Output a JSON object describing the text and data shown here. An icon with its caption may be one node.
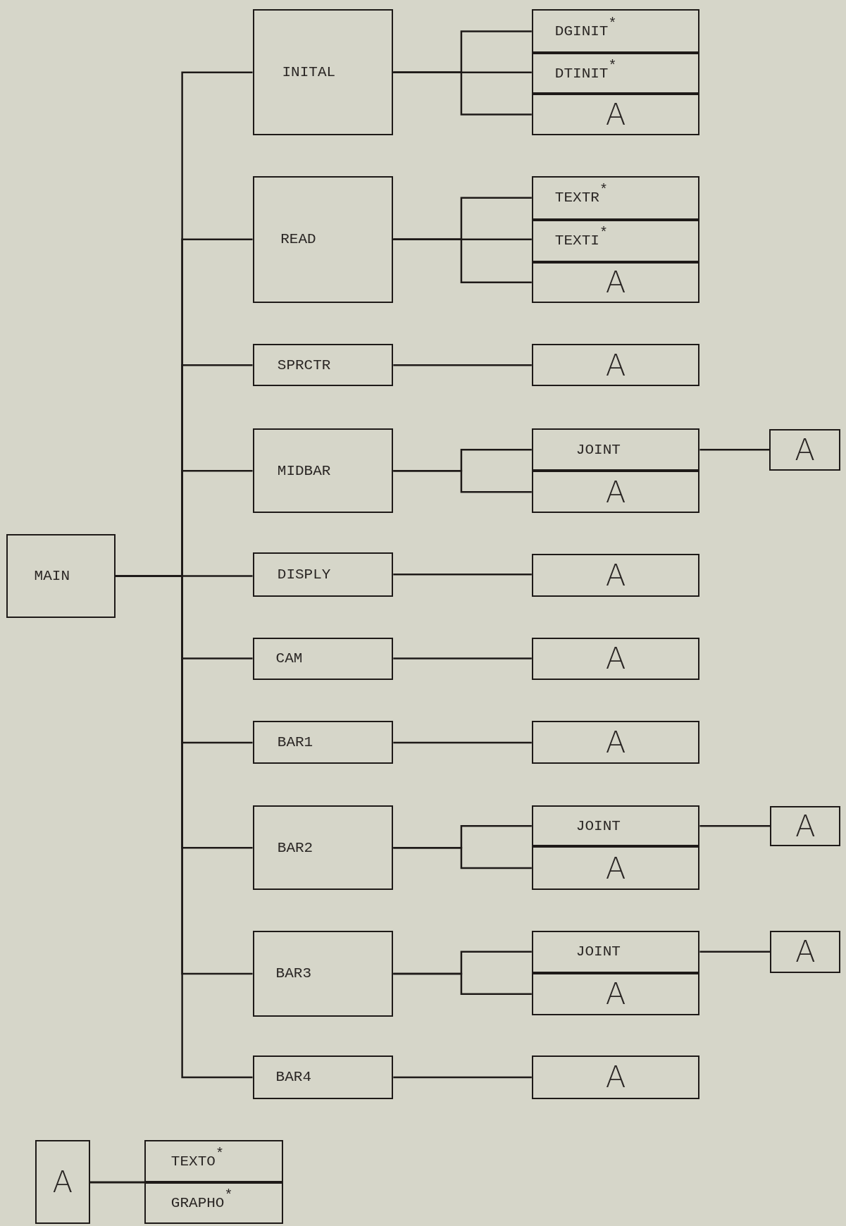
{
  "diagram": {
    "nodes": [
      {
        "text": [
          "MAIN"
        ]
      },
      {
        "text": [
          "INITAL"
        ]
      },
      {
        "text": [
          "DGINIT$^{*}$"
        ]
      },
      {
        "text": [
          "DTINIT$^{*}$"
        ]
      },
      {
        "text": [
          "A"
        ]
      },
      {
        "text": [
          "READ"
        ]
      },
      {
        "text": [
          "TEXTR$^{*}$"
        ]
      },
      {
        "text": [
          "TEXTI$^{*}$"
        ]
      },
      {
        "text": [
          "A"
        ]
      },
      {
        "text": [
          "SPRCTR"
        ]
      },
      {
        "text": [
          "A"
        ]
      },
      {
        "text": [
          "MIDBAR"
        ]
      },
      {
        "text": [
          "JOINT"
        ]
      },
      {
        "text": [
          "A"
        ]
      },
      {
        "text": [
          "A"
        ]
      },
      {
        "text": [
          "DISPLY"
        ]
      },
      {
        "text": [
          "A"
        ]
      },
      {
        "text": [
          "CAM"
        ]
      },
      {
        "text": [
          "A"
        ]
      },
      {
        "text": [
          "BAR1"
        ]
      },
      {
        "text": [
          "A"
        ]
      },
      {
        "text": [
          "BAR2"
        ]
      },
      {
        "text": [
          "JOINT"
        ]
      },
      {
        "text": [
          "A"
        ]
      },
      {
        "text": [
          "A"
        ]
      },
      {
        "text": [
          "BAR3"
        ]
      },
      {
        "text": [
          "JOINT"
        ]
      },
      {
        "text": [
          "A"
        ]
      },
      {
        "text": [
          "A"
        ]
      },
      {
        "text": [
          "BAR4"
        ]
      },
      {
        "text": [
          "A"
        ]
      },
      {
        "text": [
          "A"
        ]
      },
      {
        "text": [
          "TEXTO$^{*}$"
        ]
      },
      {
        "text": [
          "GRAPHO$^{*}$"
        ]
      }
    ],
    "edges": [
      {
        "from": 0,
        "to": 1,
        "arrow": "none"
      },
      {
        "from": 0,
        "to": 5,
        "arrow": "none"
      },
      {
        "from": 0,
        "to": 9,
        "arrow": "none"
      },
      {
        "from": 0,
        "to": 11,
        "arrow": "none"
      },
      {
        "from": 0,
        "to": 15,
        "arrow": "none"
      },
      {
        "from": 0,
        "to": 17,
        "arrow": "none"
      },
      {
        "from": 0,
        "to": 19,
        "arrow": "none"
      },
      {
        "from": 0,
        "to": 21,
        "arrow": "none"
      },
      {
        "from": 0,
        "to": 25,
        "arrow": "none"
      },
      {
        "from": 0,
        "to": 29,
        "arrow": "none"
      },
      {
        "from": 1,
        "to": 2,
        "arrow": "none"
      },
      {
        "from": 1,
        "to": 3,
        "arrow": "none"
      },
      {
        "from": 1,
        "to": 4,
        "arrow": "none"
      },
      {
        "from": 5,
        "to": 6,
        "arrow": "none"
      },
      {
        "from": 5,
        "to": 7,
        "arrow": "none"
      },
      {
        "from": 5,
        "to": 8,
        "arrow": "none"
      },
      {
        "from": 9,
        "to": 10,
        "arrow": "none"
      },
      {
        "from": 11,
        "to": 12,
        "arrow": "none"
      },
      {
        "from": 11,
        "to": 13,
        "arrow": "none"
      },
      {
        "from": 12,
        "to": 14,
        "arrow": "none"
      },
      {
        "from": 15,
        "to": 16,
        "arrow": "none"
      },
      {
        "from": 17,
        "to": 18,
        "arrow": "none"
      },
      {
        "from": 19,
        "to": 20,
        "arrow": "none"
      },
      {
        "from": 21,
        "to": 22,
        "arrow": "none"
      },
      {
        "from": 21,
        "to": 23,
        "arrow": "none"
      },
      {
        "from": 22,
        "to": 24,
        "arrow": "none"
      },
      {
        "from": 25,
        "to": 26,
        "arrow": "none"
      },
      {
        "from": 25,
        "to": 27,
        "arrow": "none"
      },
      {
        "from": 26,
        "to": 28,
        "arrow": "none"
      },
      {
        "from": 29,
        "to": 30,
        "arrow": "none"
      },
      {
        "from": 31,
        "to": 32,
        "arrow": "none"
      },
      {
        "from": 31,
        "to": 33,
        "arrow": "none"
      }
    ]
  }
}
